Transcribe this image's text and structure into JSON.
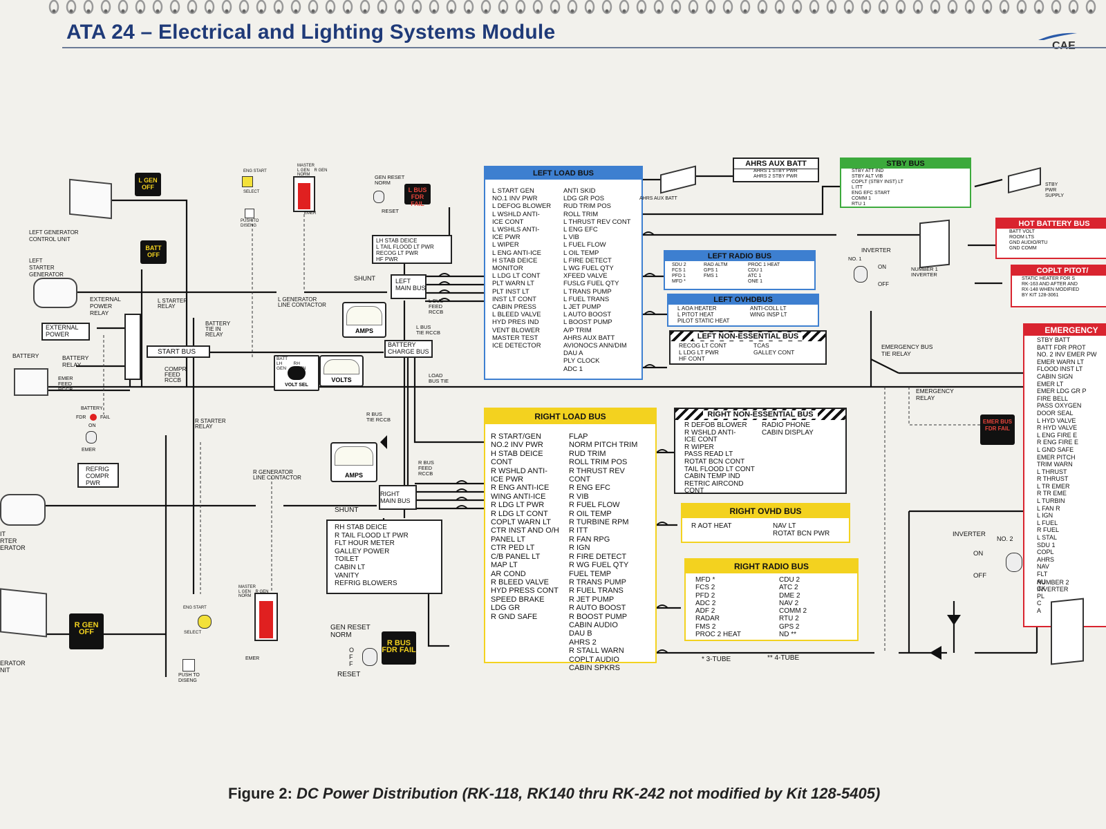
{
  "header": {
    "title": "ATA 24 – Electrical and Lighting Systems Module",
    "logo": "CAE"
  },
  "caption": {
    "prefix": "Figure 2:",
    "text": "DC Power Distribution (RK-118, RK140 thru RK-242 not modified by Kit 128-5405)"
  },
  "left_load_bus": {
    "title": "LEFT LOAD BUS",
    "col1": [
      "L START GEN",
      "NO.1 INV PWR",
      "L DEFOG BLOWER",
      "L WSHLD ANTI-",
      "ICE CONT",
      "L WSHLS ANTI-",
      "ICE PWR",
      "L WIPER",
      "L ENG ANTI-ICE",
      "H STAB DEICE",
      "MONITOR",
      "L LDG LT CONT",
      "PLT WARN LT",
      "PLT INST LT",
      "INST LT CONT",
      "CABIN PRESS",
      "L BLEED VALVE",
      "HYD PRES IND",
      "VENT BLOWER",
      "MASTER TEST",
      "ICE DETECTOR"
    ],
    "col2": [
      "ANTI SKID",
      "LDG GR POS",
      "RUD TRIM POS",
      "ROLL TRIM",
      "L THRUST REV CONT",
      "L ENG EFC",
      "L VIB",
      "L FUEL FLOW",
      "L OIL TEMP",
      "L FIRE DETECT",
      "L WG FUEL QTY",
      "XFEED VALVE",
      "FUSLG FUEL QTY",
      "L TRANS PUMP",
      "L FUEL TRANS",
      "L JET PUMP",
      "L AUTO BOOST",
      "L BOOST PUMP",
      "A/P TRIM",
      "AHRS AUX BATT",
      "AVIONOCS ANN/DIM",
      "DAU A",
      "PLY CLOCK",
      "ADC 1"
    ]
  },
  "right_load_bus": {
    "title": "RIGHT LOAD BUS",
    "col1": [
      "R START/GEN",
      "NO.2 INV PWR",
      "H STAB DEICE",
      "CONT",
      "R WSHLD ANTI-",
      "ICE PWR",
      "R ENG ANTI-ICE",
      "WING ANTI-ICE",
      "R LDG LT PWR",
      "R LDG LT CONT",
      "COPLT WARN LT",
      "CTR INST AND O/H",
      "PANEL LT",
      "CTR PED LT",
      "C/B PANEL LT",
      "MAP LT",
      "AR COND",
      "R BLEED VALVE",
      "HYD PRESS CONT",
      "SPEED BRAKE",
      "LDG GR",
      "R GND SAFE"
    ],
    "col2": [
      "FLAP",
      "NORM PITCH TRIM",
      "RUD TRIM",
      "ROLL TRIM POS",
      "R THRUST REV",
      "CONT",
      "R ENG EFC",
      "R VIB",
      "R FUEL FLOW",
      "R OIL TEMP",
      "R TURBINE RPM",
      "R ITT",
      "R FAN RPG",
      "R IGN",
      "R FIRE DETECT",
      "R WG FUEL QTY",
      "FUEL TEMP",
      "R TRANS PUMP",
      "R FUEL TRANS",
      "R JET PUMP",
      "R AUTO BOOST",
      "R BOOST PUMP",
      "CABIN AUDIO",
      "DAU B",
      "AHRS 2",
      "R STALL WARN",
      "COPLT AUDIO",
      "CABIN SPKRS"
    ]
  },
  "ahrs_aux_batt": {
    "title": "AHRS AUX BATT",
    "items": [
      "AHRS 1 STBY PWR",
      "AHRS 2 STBY PWR"
    ]
  },
  "stby_bus": {
    "title": "STBY BUS",
    "items": [
      "STBY ATT IND",
      "STBY ALT VIB",
      "COPLT (STBY INST) LT",
      "L ITT",
      "ENG EFC START",
      "COMM 1",
      "RTU 1"
    ]
  },
  "hot_battery_bus": {
    "title": "HOT BATTERY BUS",
    "items": [
      "BATT VOLT",
      "ROOM LTS",
      "GND AUDIO/RTU",
      "GND COMM"
    ]
  },
  "copilot_pitot": {
    "title": "COPLT PITOT/",
    "items": [
      "STATIC HEATER FOR S",
      "RK-163 AND AFTER AND",
      "RX-148 WHEN MODIFIED",
      "BY KIT 128-3061"
    ]
  },
  "emergency_bus": {
    "title": "EMERGENCY",
    "items": [
      "STBY BATT",
      "BATT FDR PROT",
      "NO. 2 INV EMER PW",
      "EMER WARN LT",
      "FLOOD INST LT",
      "CABIN SIGN",
      "EMER LT",
      "EMER LDG GR P",
      "FIRE BELL",
      "PASS OXYGEN",
      "DOOR SEAL",
      "L HYD VALVE",
      "R HYD VALVE",
      "L ENG FIRE E",
      "R ENG FIRE E",
      "L GND SAFE",
      "EMER PITCH",
      "TRIM WARN",
      "L THRUST",
      "R THRUST",
      "L TR EMER",
      "R TR EME",
      "L TURBIN",
      "L FAN R",
      "L IGN",
      "L FUEL",
      "R FUEL",
      "L STAL",
      "SDU 1",
      "COPL",
      "AHRS",
      "NAV",
      "FLT",
      "AU",
      "CK",
      "PL",
      "C",
      "A"
    ]
  },
  "left_radio_bus": {
    "title": "LEFT RADIO BUS",
    "col1": [
      "SDU 2",
      "FCS 1",
      "PFD 1",
      "MFD *"
    ],
    "col2": [
      "RAD ALTM",
      "GPS 1",
      "FMS 1"
    ],
    "col3": [
      "PROC 1 HEAT",
      "CDU 1",
      "ATC 1",
      "ONE 1"
    ]
  },
  "left_ovhd_bus": {
    "title": "LEFT OVHDBUS",
    "col1": [
      "L AOA HEATER",
      "L PITOT HEAT",
      "PILOT STATIC HEAT"
    ],
    "col2": [
      "ANTI-COLL LT",
      "WING INSP LT"
    ]
  },
  "left_nonessential_bus": {
    "title": "LEFT NON-ESSENTIAL BUS",
    "col1": [
      "RECOG LT CONT",
      "L LDG LT PWR",
      "HF CONT"
    ],
    "col2": [
      "TCAS",
      "GALLEY CONT"
    ]
  },
  "right_nonessential_bus": {
    "title": "RIGHT NON-ESSENTIAL BUS",
    "col1": [
      "R DEFOB BLOWER",
      "R WSHLD ANTI-",
      "ICE CONT",
      "R WIPER",
      "PASS READ LT",
      "ROTAT BCN CONT",
      "TAIL FLOOD LT CONT",
      "CABIN TEMP IND",
      "RETRIC AIRCOND",
      "CONT"
    ],
    "col2": [
      "RADIO PHONE",
      "CABIN DISPLAY"
    ]
  },
  "right_ovhd_bus": {
    "title": "RIGHT OVHD BUS",
    "col1": [
      "R AOT HEAT"
    ],
    "col2": [
      "NAV LT",
      "ROTAT BCN PWR"
    ]
  },
  "right_radio_bus": {
    "title": "RIGHT RADIO BUS",
    "col1": [
      "MFD *",
      "FCS 2",
      "PFD 2",
      "ADC 2",
      "ADF 2",
      "RADAR",
      "FMS 2",
      "PROC 2 HEAT"
    ],
    "col2": [
      "CDU 2",
      "ATC 2",
      "DME 2",
      "NAV 2",
      "COMM 2",
      "RTU 2",
      "GPS 2",
      "ND **"
    ]
  },
  "lh_stab": {
    "items": [
      "LH STAB DEICE",
      "L TAIL FLOOD LT PWR",
      "RECOG LT PWR",
      "HF PWR"
    ]
  },
  "rh_stab": {
    "items": [
      "RH STAB DEICE",
      "R TAIL FLOOD LT PWR",
      "FLT HOUR METER",
      "GALLEY POWER",
      "TOILET",
      "CABIN LT",
      "VANITY",
      "REFRIG BLOWERS"
    ]
  },
  "labels": {
    "left_gen_cu": "LEFT GENERATOR\nCONTROL UNIT",
    "left_starter_gen": "LEFT\nSTARTER\nGENERATOR",
    "external_power_relay": "EXTERNAL\nPOWER\nRELAY",
    "external_power": "EXTERNAL\nPOWER",
    "battery": "BATTERY",
    "battery_relay": "BATTERY\nRELAY",
    "emer_feed": "EMER\nFEED\nRCCB",
    "l_starter_relay": "L STARTER\nRELAY",
    "battery_tie_relay": "BATTERY\nTIE IN\nRELAY",
    "start_bus": "START BUS",
    "compr_feed": "COMPR\nFEED\nRCCB",
    "l_gen_line": "L GENERATOR\nLINE CONTACTOR",
    "shunt_l": "SHUNT",
    "left_main_bus": "LEFT\nMAIN BUS",
    "l_bus_feed": "L BUS\nFEED\nRCCB",
    "l_bus_tie": "L BUS\nTIE RCCB",
    "battery_charge_bus": "BATTERY\nCHARGE BUS",
    "load_bus_tie": "LOAD\nBUS TIE",
    "r_bus_tie": "R BUS\nTIE RCCB",
    "r_starter_relay": "R STARTER\nRELAY",
    "refrig": "REFRIG\nCOMPR\nPWR",
    "r_gen_line": "R GENERATOR\nLINE CONTACTOR",
    "r_bus_feed": "R BUS\nFEED\nRCCB",
    "right_main_bus": "RIGHT\nMAIN BUS",
    "shunt_r": "SHUNT",
    "r_starter_gen": "IT\nRTER\nERATOR",
    "r_gen_cu": "ERATOR\nNIT",
    "gen_reset_top": "GEN RESET\nNORM",
    "reset_top": "RESET",
    "gen_reset_bot": "GEN RESET\nNORM",
    "reset_bot": "RESET",
    "off_vertical": "O\nF\nF",
    "eng_start": "ENG START",
    "select": "SELECT",
    "push_diseng": "PUSH TO\nDISENG",
    "master": "MASTER\nL GEN    R GEN\nNORM",
    "emer": "EMER",
    "battery_switch": "BATTERY",
    "fdr": "FDR",
    "fail": "FAIL",
    "on": "ON",
    "off": "OFF",
    "batt_volts": "BATT\nLH         RH\nGEN        GEN",
    "volt_sel": "VOLT SEL",
    "volts": "VOLTS",
    "amps": "AMPS",
    "ahrs_aux_batt_label": "AHRS AUX BATT",
    "stby_pwr_supply": "STBY\nPWR\nSUPPLY",
    "inverter": "INVERTER",
    "no1": "NO. 1",
    "number1_inverter": "NUMBER 1\nINVERTER",
    "emer_bus_tie_relay": "EMERGENCY BUS\nTIE RELAY",
    "emergency_relay": "EMERGENCY\nRELAY",
    "inverter2": "INVERTER",
    "no2": "NO. 2",
    "number2_inverter": "NUMBER 2\nINVERTER",
    "three_tube": "* 3-TUBE",
    "four_tube": "** 4-TUBE"
  },
  "annunciators": {
    "l_gen_off": "L GEN\nOFF",
    "batt_off": "BATT\nOFF",
    "l_bus_fdr_fail": "L BUS\nFDR FAIL",
    "r_gen_off": "R GEN\nOFF",
    "r_bus_fdr_fail": "R BUS\nFDR FAIL",
    "emer_bus_fdr_fail": "EMER BUS\nFDR FAIL"
  },
  "colors": {
    "title_blue": "#1f3a78",
    "bus_blue": "#3d7fd0",
    "bus_yellow": "#f3d21f",
    "bus_green": "#3caa3c",
    "bus_red": "#d9242f",
    "annunciator_bg": "#111111"
  }
}
